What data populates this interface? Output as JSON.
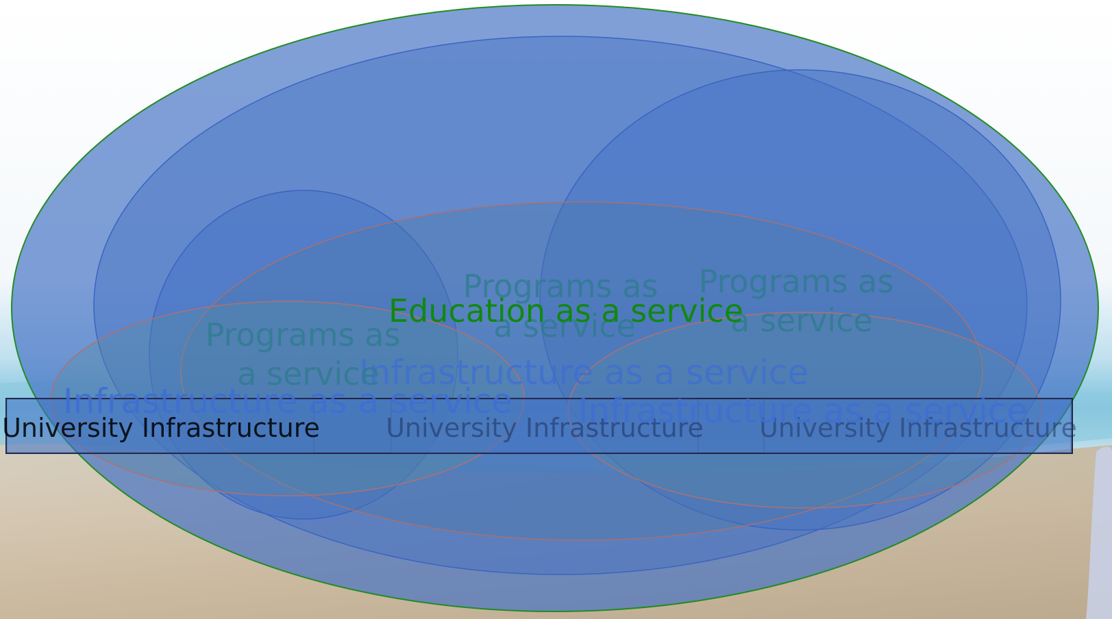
{
  "diagram": {
    "outer_label": "Education as a service",
    "programs": [
      {
        "line1": "Programs as",
        "line2": "a service"
      },
      {
        "line1": "Programs as",
        "line2": "a service"
      },
      {
        "line1": "Programs as",
        "line2": "a service"
      }
    ],
    "infrastructure": [
      {
        "label": "Infrastructure as a service"
      },
      {
        "label": "Infrastructure as a service"
      },
      {
        "label": "Infrastructure as a service"
      }
    ],
    "university": [
      {
        "label": "University Infrastructure"
      },
      {
        "label": "University Infrastructure"
      },
      {
        "label": "University Infrastructure"
      }
    ]
  },
  "colors": {
    "ellipse_fill": "#4472C4",
    "outer_stroke": "#228B22",
    "outer_text": "#118811",
    "programs_text": "#2E7C8E",
    "infra_text": "#3E6ED2",
    "infra_ring": "#B07070",
    "bar_fill": "#4472C4",
    "bar_border": "#222244",
    "uni_text": "#000000"
  }
}
